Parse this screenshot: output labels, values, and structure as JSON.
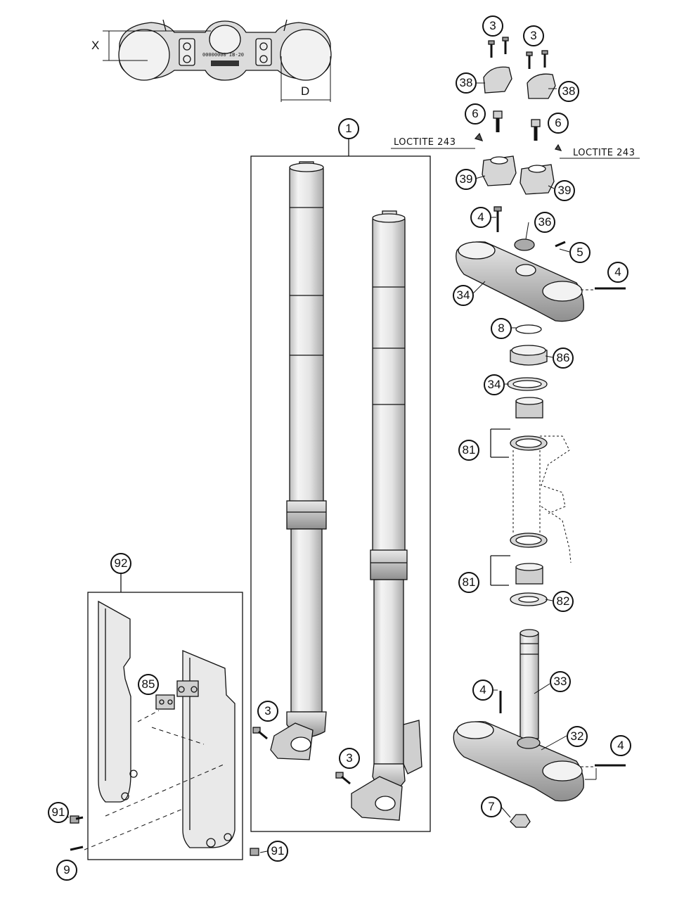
{
  "callouts": {
    "c1": "1",
    "c3a": "3",
    "c3b": "3",
    "c3c": "3",
    "c3d": "3",
    "c4a": "4",
    "c4b": "4",
    "c4c": "4",
    "c4d": "4",
    "c5": "5",
    "c6a": "6",
    "c6b": "6",
    "c7": "7",
    "c8": "8",
    "c9": "9",
    "c32": "32",
    "c33": "33",
    "c34a": "34",
    "c34b": "34",
    "c36": "36",
    "c38a": "38",
    "c38b": "38",
    "c39a": "39",
    "c39b": "39",
    "c81a": "81",
    "c81b": "81",
    "c82": "82",
    "c85": "85",
    "c86": "86",
    "c91a": "91",
    "c91b": "91",
    "c92": "92"
  },
  "notes": {
    "loctite_left": "LOCTITE 243",
    "loctite_right": "LOCTITE 243"
  },
  "dimensions": {
    "x": "X",
    "d": "D"
  },
  "clamp_marking": "00000000 IB-20"
}
